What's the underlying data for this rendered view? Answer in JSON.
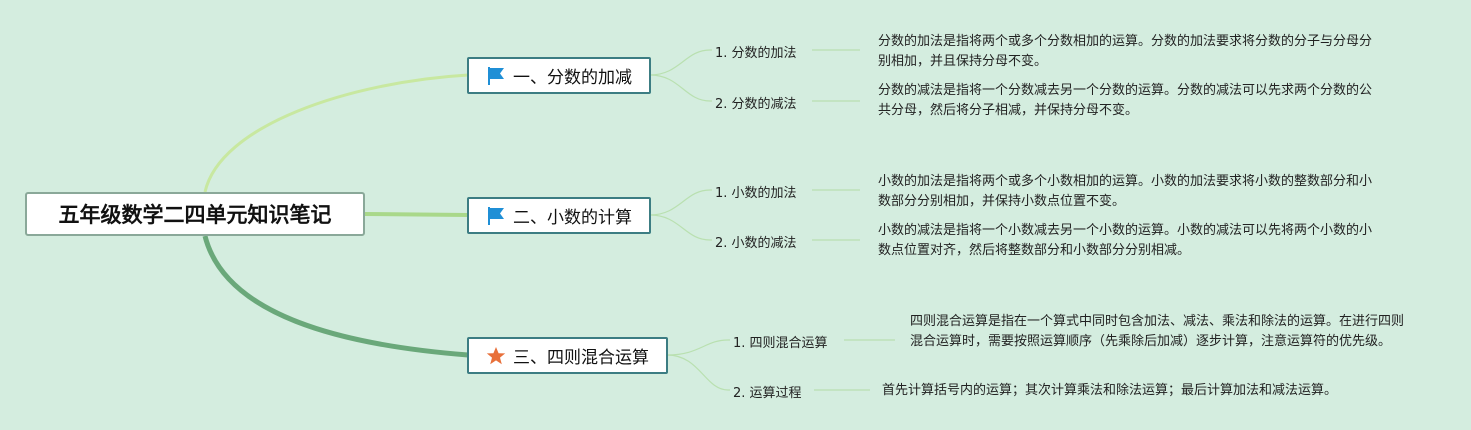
{
  "root": {
    "label": "五年级数学二四单元知识笔记"
  },
  "topics": [
    {
      "label": "一、分数的加减",
      "icon": "blue-flag-icon",
      "children": [
        {
          "label": "1. 分数的加法",
          "desc": "分数的加法是指将两个或多个分数相加的运算。分数的加法要求将分数的分子与分母分别相加，并且保持分母不变。"
        },
        {
          "label": "2. 分数的减法",
          "desc": "分数的减法是指将一个分数减去另一个分数的运算。分数的减法可以先求两个分数的公共分母，然后将分子相减，并保持分母不变。"
        }
      ]
    },
    {
      "label": "二、小数的计算",
      "icon": "blue-flag-icon",
      "children": [
        {
          "label": "1. 小数的加法",
          "desc": "小数的加法是指将两个或多个小数相加的运算。小数的加法要求将小数的整数部分和小数部分分别相加，并保持小数点位置不变。"
        },
        {
          "label": "2. 小数的减法",
          "desc": "小数的减法是指将一个小数减去另一个小数的运算。小数的减法可以先将两个小数的小数点位置对齐，然后将整数部分和小数部分分别相减。"
        }
      ]
    },
    {
      "label": "三、四则混合运算",
      "icon": "orange-star-icon",
      "children": [
        {
          "label": "1. 四则混合运算",
          "desc": "四则混合运算是指在一个算式中同时包含加法、减法、乘法和除法的运算。在进行四则混合运算时，需要按照运算顺序（先乘除后加减）逐步计算，注意运算符的优先级。"
        },
        {
          "label": "2. 运算过程",
          "desc": "首先计算括号内的运算；其次计算乘法和除法运算；最后计算加法和减法运算。"
        }
      ]
    }
  ],
  "colors": {
    "background": "#d4eddf",
    "branch_1": "#c8e8a0",
    "branch_2": "#a9d88a",
    "branch_3": "#6aa87a",
    "topic_border": "#3c7d83",
    "flag": "#1f8fd6",
    "star": "#e8703a",
    "leaf_line": "#b9e0b0"
  }
}
